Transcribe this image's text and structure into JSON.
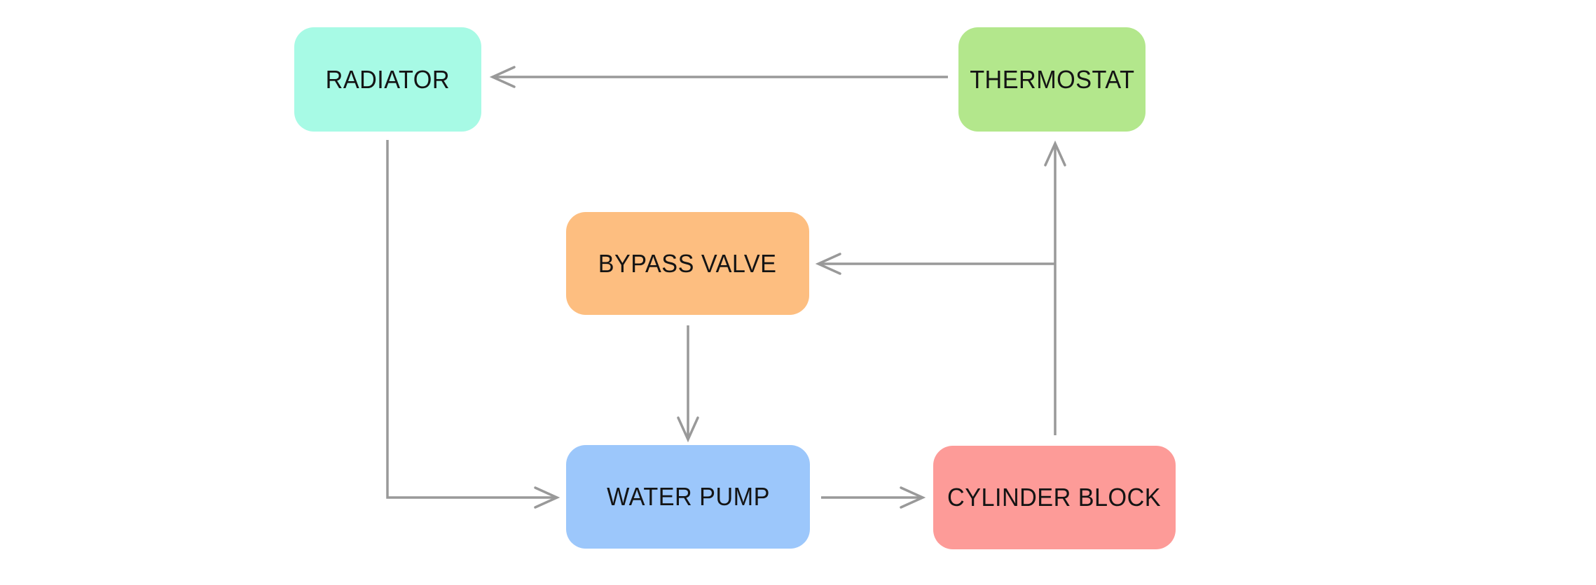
{
  "diagram": {
    "type": "flowchart",
    "background": "#ffffff",
    "nodes": [
      {
        "id": "radiator",
        "label": "RADIATOR",
        "fill": "#a7fae5"
      },
      {
        "id": "thermostat",
        "label": "THERMOSTAT",
        "fill": "#b3e78c"
      },
      {
        "id": "bypass_valve",
        "label": "BYPASS VALVE",
        "fill": "#fdbe80"
      },
      {
        "id": "water_pump",
        "label": "WATER PUMP",
        "fill": "#9cc7fb"
      },
      {
        "id": "cylinder_block",
        "label": "CYLINDER BLOCK",
        "fill": "#fd9b98"
      }
    ],
    "edges": [
      {
        "from": "THERMOSTAT",
        "to": "RADIATOR"
      },
      {
        "from": "RADIATOR",
        "to": "WATER PUMP"
      },
      {
        "from": "BYPASS VALVE",
        "to": "WATER PUMP"
      },
      {
        "from": "WATER PUMP",
        "to": "CYLINDER BLOCK"
      },
      {
        "from": "CYLINDER BLOCK",
        "to": "THERMOSTAT"
      },
      {
        "from": "CYLINDER BLOCK",
        "to": "BYPASS VALVE"
      }
    ],
    "colors": {
      "connector": "#999999",
      "text": "#141414",
      "background": "#ffffff"
    }
  }
}
